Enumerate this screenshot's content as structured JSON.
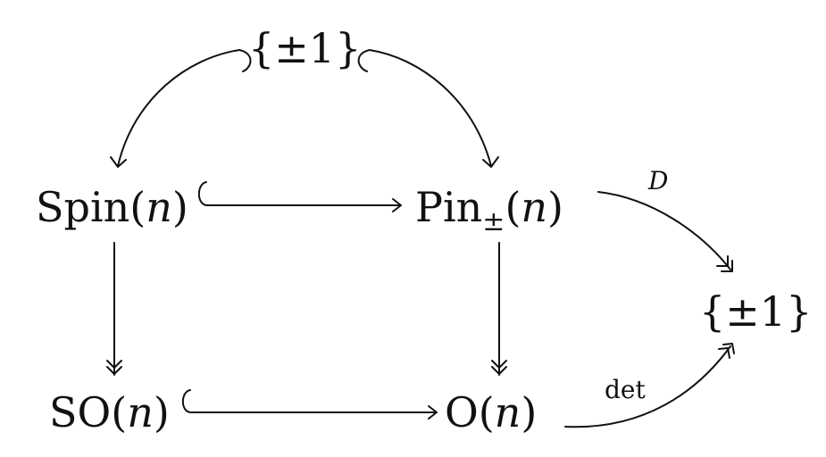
{
  "nodes": {
    "top_pm1": "{±1}",
    "spin": {
      "name": "Spin",
      "open": "(",
      "var": "n",
      "close": ")"
    },
    "pin": {
      "name": "Pin",
      "sub": "±",
      "open": "(",
      "var": "n",
      "close": ")"
    },
    "right_pm1": "{±1}",
    "so": {
      "name": "SO",
      "open": "(",
      "var": "n",
      "close": ")"
    },
    "o": {
      "name": "O",
      "open": "(",
      "var": "n",
      "close": ")"
    }
  },
  "labels": {
    "D": "D",
    "det": "det"
  }
}
